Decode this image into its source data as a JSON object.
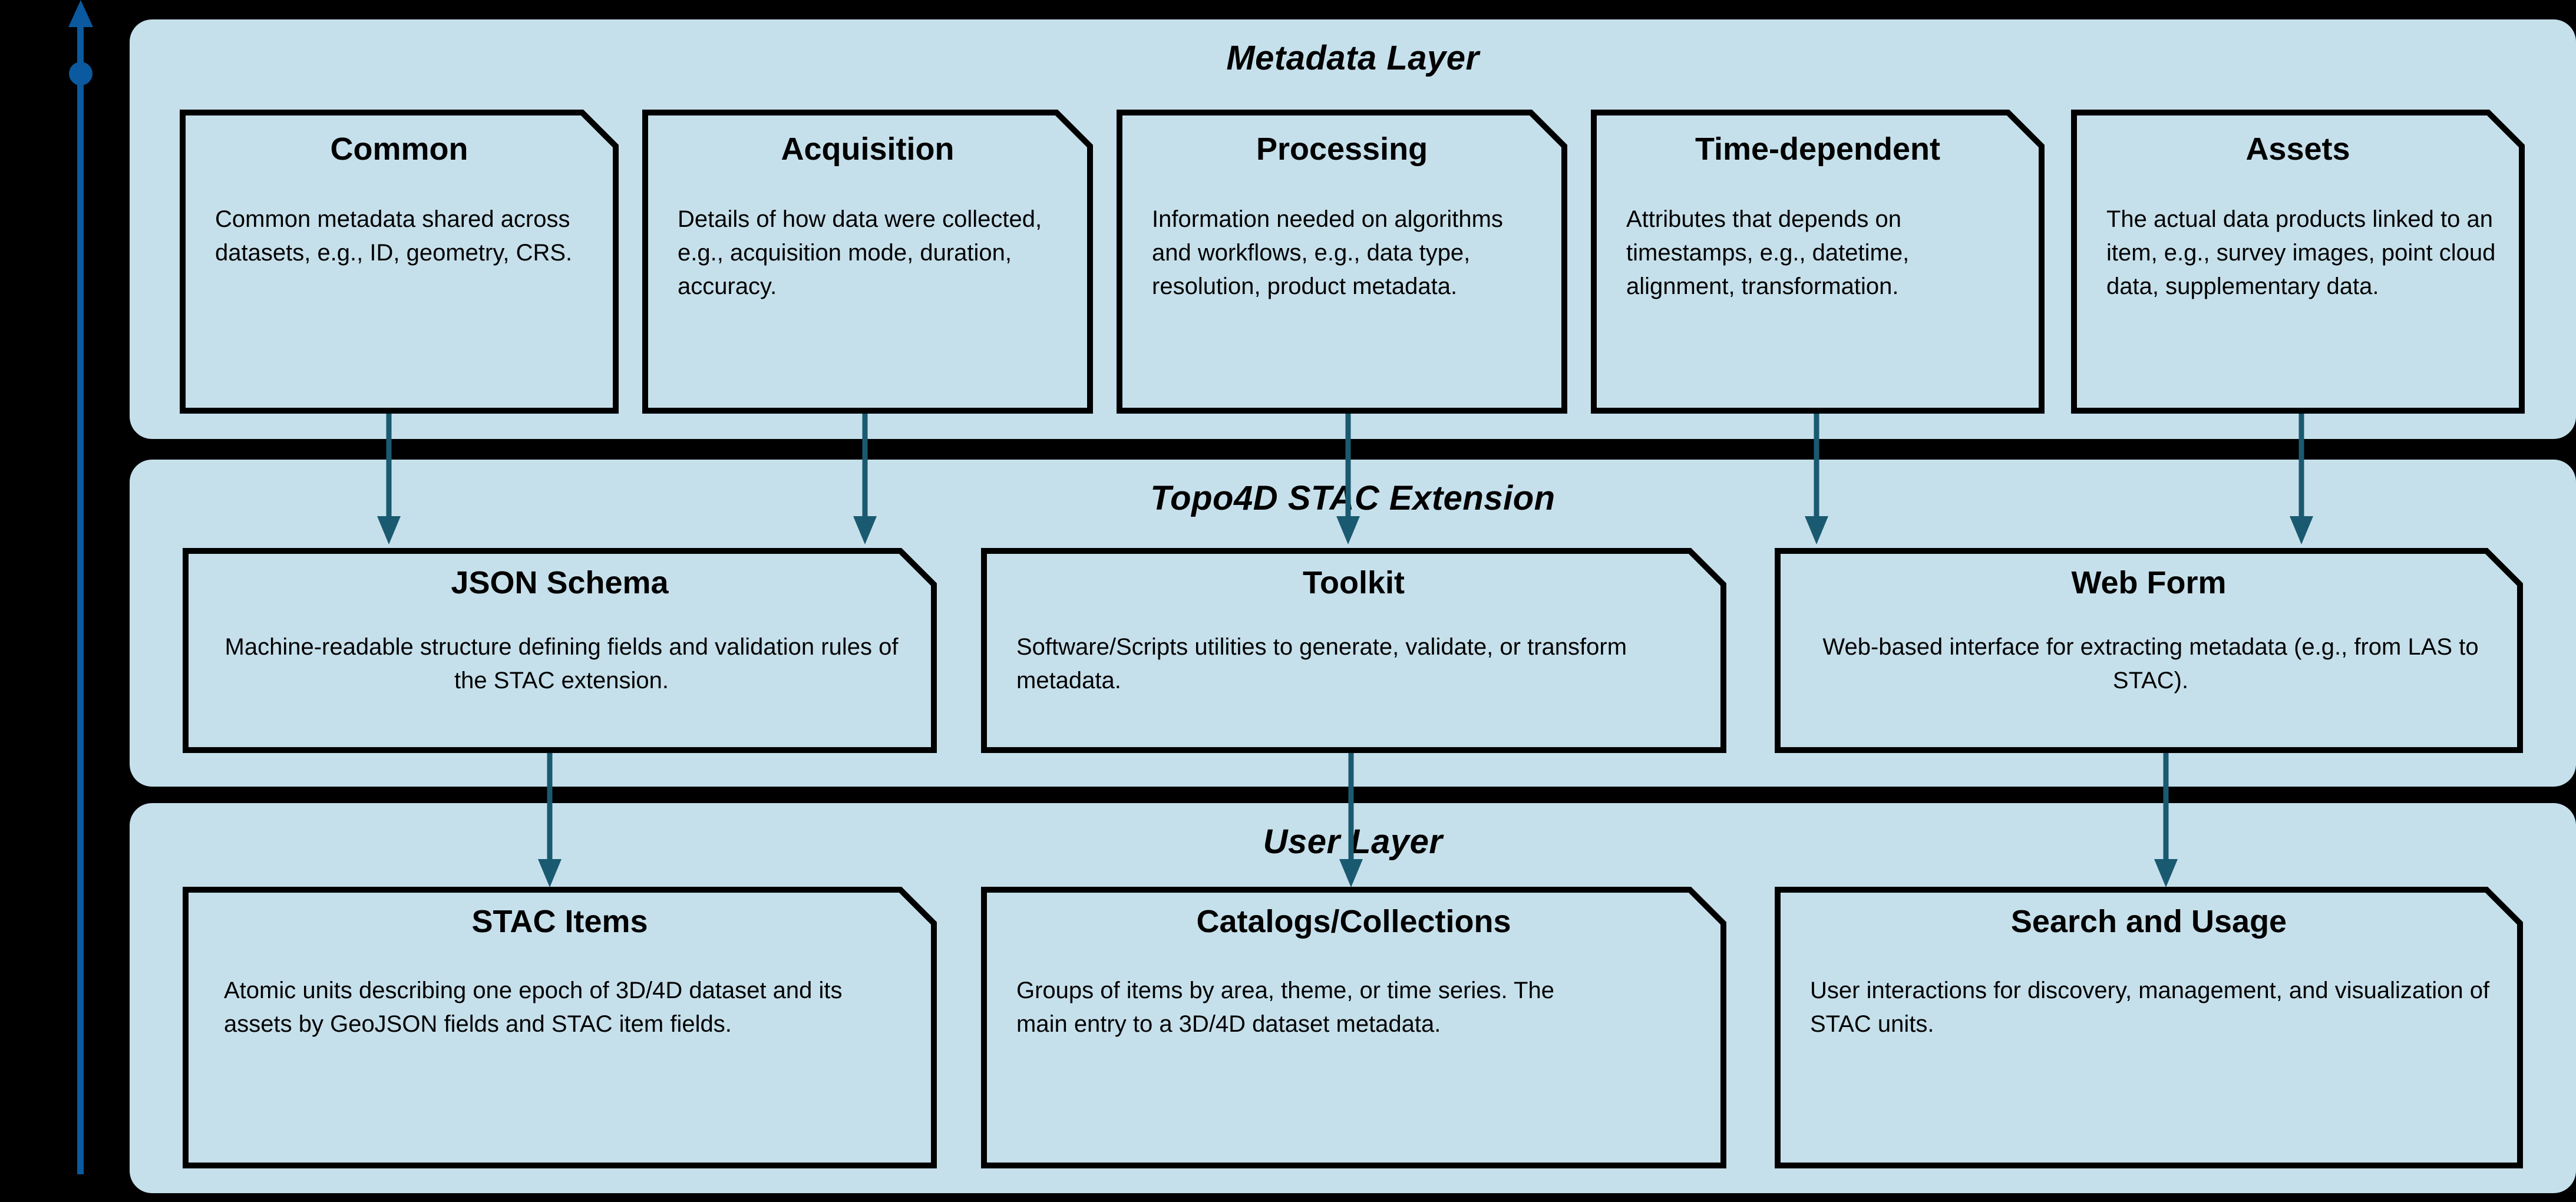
{
  "theme": {
    "background": "#000000",
    "panel_fill": "#c6e0eb",
    "card_fill": "#c6e0eb",
    "card_stroke": "#000000",
    "connector_color": "#1a5a70",
    "timeline_color": "#0b599e"
  },
  "layers": [
    {
      "id": "metadata-layer",
      "title": "Metadata Layer",
      "cards": [
        {
          "id": "common",
          "title": "Common",
          "desc": "Common metadata shared across datasets, e.g., ID, geometry, CRS."
        },
        {
          "id": "acquisition",
          "title": "Acquisition",
          "desc": "Details of how data were collected, e.g., acquisition mode, duration, accuracy."
        },
        {
          "id": "processing",
          "title": "Processing",
          "desc": "Information needed on algorithms and workflows, e.g., data type, resolution, product metadata."
        },
        {
          "id": "time-dependent",
          "title": "Time-dependent",
          "desc": "Attributes that depends on timestamps, e.g., datetime, alignment, transformation."
        },
        {
          "id": "assets",
          "title": "Assets",
          "desc": "The actual data products linked to an item, e.g., survey images, point cloud data, supplementary data."
        }
      ]
    },
    {
      "id": "topo4d-stac-extension-layer",
      "title": "Topo4D STAC Extension",
      "cards": [
        {
          "id": "json-schema",
          "title": "JSON Schema",
          "desc": "Machine-readable structure defining fields and validation rules of the STAC extension."
        },
        {
          "id": "toolkit",
          "title": "Toolkit",
          "desc": "Software/Scripts utilities to generate, validate, or transform metadata."
        },
        {
          "id": "web-form",
          "title": "Web Form",
          "desc": "Web-based interface for extracting metadata (e.g., from LAS to STAC)."
        }
      ]
    },
    {
      "id": "user-layer",
      "title": "User Layer",
      "cards": [
        {
          "id": "stac-items",
          "title": "STAC Items",
          "desc": "Atomic units describing one epoch of 3D/4D dataset and its assets by GeoJSON fields and STAC item fields."
        },
        {
          "id": "catalogs-collections",
          "title": "Catalogs/Collections",
          "desc": "Groups of items by area, theme, or time series. The main entry to a 3D/4D dataset metadata."
        },
        {
          "id": "search-and-usage",
          "title": "Search and Usage",
          "desc": "User interactions for discovery, management, and visualization of STAC units."
        }
      ]
    }
  ],
  "connectors": [
    {
      "id": "common-to-json-schema",
      "from": "common",
      "to": "json-schema"
    },
    {
      "id": "acquisition-to-json-schema",
      "from": "acquisition",
      "to": "json-schema"
    },
    {
      "id": "processing-to-toolkit",
      "from": "processing",
      "to": "toolkit"
    },
    {
      "id": "time-dependent-to-web-form",
      "from": "time-dependent",
      "to": "web-form"
    },
    {
      "id": "assets-to-web-form",
      "from": "assets",
      "to": "web-form"
    },
    {
      "id": "json-schema-to-stac-items",
      "from": "json-schema",
      "to": "stac-items"
    },
    {
      "id": "toolkit-to-catalogs",
      "from": "toolkit",
      "to": "catalogs-collections"
    },
    {
      "id": "web-form-to-search-usage",
      "from": "web-form",
      "to": "search-and-usage"
    }
  ],
  "timeline": {
    "id": "time-axis-arrow",
    "direction": "up"
  }
}
